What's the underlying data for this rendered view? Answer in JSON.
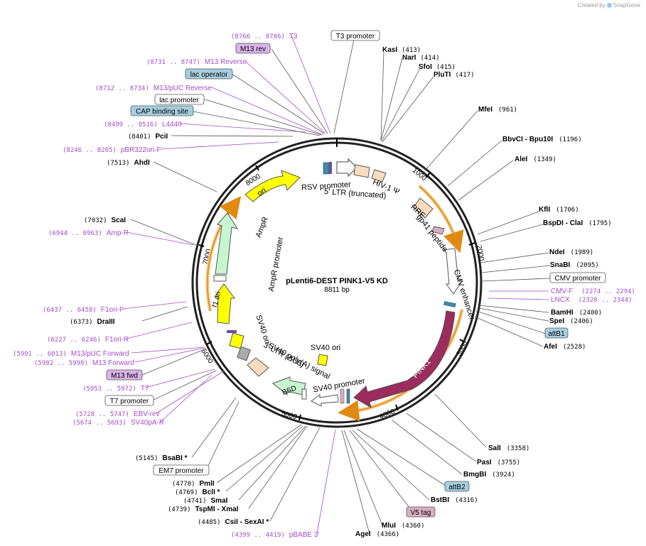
{
  "map": {
    "name": "pLenti6-DEST PINK1-V5 KD",
    "length_label": "8811 bp",
    "total_bp": 8811,
    "ticks": [
      "1000",
      "2000",
      "3000",
      "4000",
      "5000",
      "6000",
      "7000",
      "8000"
    ]
  },
  "watermark": {
    "created_by": "Created by",
    "brand": "SnapGene"
  },
  "colors": {
    "purple_label": "#a64ac9",
    "enzyme": "#000000",
    "ori_yellow": "#ffff00",
    "pink1": "#9b2c5d",
    "ampr_green": "#c6f5cf",
    "bsd_green": "#c6f5cf",
    "ltr_peach": "#f9dcc0",
    "attb_blue": "#a5cfe0",
    "v5_pink": "#d9aec0",
    "orange_ring": "#f5b041"
  },
  "inside_features": [
    {
      "id": "rsv",
      "label": "RSV promoter"
    },
    {
      "id": "ltr5",
      "label": "5' LTR (truncated)"
    },
    {
      "id": "hiv",
      "label": "HIV-1 Ψ"
    },
    {
      "id": "rre",
      "label": "RRE"
    },
    {
      "id": "gp41",
      "label": "gp41 peptide"
    },
    {
      "id": "cmv",
      "label": "CMV enhancer"
    },
    {
      "id": "pink1",
      "label": "PINK1"
    },
    {
      "id": "sv40p",
      "label": "SV40 promoter"
    },
    {
      "id": "bsd",
      "label": "BSD"
    },
    {
      "id": "sv40pa",
      "label": "SV40 poly(A) signal"
    },
    {
      "id": "ltr3",
      "label": "3' LTR (ΔU3)"
    },
    {
      "id": "sv40ori_in",
      "label": "SV40 ori"
    },
    {
      "id": "sv40ori",
      "label": "SV40 ori"
    },
    {
      "id": "f1ori",
      "label": "f1 ori"
    },
    {
      "id": "amprp",
      "label": "AmpR promoter"
    },
    {
      "id": "ampr",
      "label": "AmpR"
    },
    {
      "id": "ori",
      "label": "ori"
    }
  ],
  "outside_labels": [
    {
      "id": "t3",
      "range": "(8766 .. 8786)",
      "name": "T3",
      "kind": "primer"
    },
    {
      "id": "m13rev",
      "range": "",
      "name": "M13 rev",
      "kind": "primer_box"
    },
    {
      "id": "m13reverse",
      "range": "(8731 .. 8747)",
      "name": "M13 Reverse",
      "kind": "primer"
    },
    {
      "id": "lacop",
      "range": "",
      "name": "lac operator",
      "kind": "feature_blue"
    },
    {
      "id": "m13puc",
      "range": "(8712 .. 8734)",
      "name": "M13/pUC Reverse",
      "kind": "primer"
    },
    {
      "id": "lacprom",
      "range": "",
      "name": "lac promoter",
      "kind": "feature_white"
    },
    {
      "id": "cap",
      "range": "",
      "name": "CAP binding site",
      "kind": "feature_blue"
    },
    {
      "id": "l4440",
      "range": "(8499 .. 8516)",
      "name": "L4440",
      "kind": "primer"
    },
    {
      "id": "pcii",
      "range": "(8401)",
      "name": "PciI",
      "kind": "enzyme"
    },
    {
      "id": "pbr322",
      "range": "(8246 .. 8265)",
      "name": "pBR322ori-F",
      "kind": "primer"
    },
    {
      "id": "ahdi",
      "range": "(7513)",
      "name": "AhdI",
      "kind": "enzyme"
    },
    {
      "id": "scai",
      "range": "(7032)",
      "name": "ScaI",
      "kind": "enzyme"
    },
    {
      "id": "ampr_p",
      "range": "(6944 .. 6963)",
      "name": "Amp-R",
      "kind": "primer"
    },
    {
      "id": "f1orif",
      "range": "(6437 .. 6458)",
      "name": "F1ori-F",
      "kind": "primer"
    },
    {
      "id": "draiii",
      "range": "(6373)",
      "name": "DraIII",
      "kind": "enzyme"
    },
    {
      "id": "f1orir",
      "range": "(6227 .. 6246)",
      "name": "F1ori-R",
      "kind": "primer"
    },
    {
      "id": "m13pucf",
      "range": "(5991 .. 6013)",
      "name": "M13/pUC Forward",
      "kind": "primer"
    },
    {
      "id": "m13f",
      "range": "(5982 .. 5999)",
      "name": "M13 Forward",
      "kind": "primer"
    },
    {
      "id": "m13fwd",
      "range": "",
      "name": "M13 fwd",
      "kind": "primer_box"
    },
    {
      "id": "t7",
      "range": "(5953 .. 5972)",
      "name": "T7",
      "kind": "primer"
    },
    {
      "id": "t7prom",
      "range": "",
      "name": "T7 promoter",
      "kind": "feature_white"
    },
    {
      "id": "ebv",
      "range": "(5728 .. 5747)",
      "name": "EBV-rev",
      "kind": "primer"
    },
    {
      "id": "sv40par",
      "range": "(5674 .. 5693)",
      "name": "SV40pA-R",
      "kind": "primer"
    },
    {
      "id": "bsabi",
      "range": "(5145)",
      "name": "BsaBI *",
      "kind": "enzyme"
    },
    {
      "id": "em7",
      "range": "",
      "name": "EM7 promoter",
      "kind": "feature_white"
    },
    {
      "id": "pmli",
      "range": "(4778)",
      "name": "PmlI",
      "kind": "enzyme"
    },
    {
      "id": "bcli",
      "range": "(4769)",
      "name": "BclI *",
      "kind": "enzyme"
    },
    {
      "id": "smai",
      "range": "(4741)",
      "name": "SmaI",
      "kind": "enzyme"
    },
    {
      "id": "tspmi",
      "range": "(4739)",
      "name": "TspMI  - XmaI",
      "kind": "enzyme"
    },
    {
      "id": "csii",
      "range": "(4485)",
      "name": "CsiI  - SexAI *",
      "kind": "enzyme"
    },
    {
      "id": "pbabe",
      "range": "(4399 .. 4419)",
      "name": "pBABE 3'",
      "kind": "primer"
    },
    {
      "id": "t3prom",
      "range": "",
      "name": "T3 promoter",
      "kind": "feature_white"
    },
    {
      "id": "kasi",
      "range": "(413)",
      "name": "KasI",
      "kind": "enzyme_r"
    },
    {
      "id": "nari",
      "range": "(414)",
      "name": "NarI",
      "kind": "enzyme_r"
    },
    {
      "id": "sfoi",
      "range": "(415)",
      "name": "SfoI",
      "kind": "enzyme_r"
    },
    {
      "id": "pluti",
      "range": "(417)",
      "name": "PluTI",
      "kind": "enzyme_r"
    },
    {
      "id": "mfei",
      "range": "(961)",
      "name": "MfeI",
      "kind": "enzyme_r"
    },
    {
      "id": "bbvci",
      "range": "(1196)",
      "name": "BbvCI  - Bpu10I",
      "kind": "enzyme_r"
    },
    {
      "id": "alei",
      "range": "(1349)",
      "name": "AleI",
      "kind": "enzyme_r"
    },
    {
      "id": "kfli",
      "range": "(1706)",
      "name": "KflI",
      "kind": "enzyme_r"
    },
    {
      "id": "bspdi",
      "range": "(1795)",
      "name": "BspDI  - ClaI",
      "kind": "enzyme_r"
    },
    {
      "id": "ndei",
      "range": "(1989)",
      "name": "NdeI",
      "kind": "enzyme_r"
    },
    {
      "id": "snabi",
      "range": "(2095)",
      "name": "SnaBI",
      "kind": "enzyme_r"
    },
    {
      "id": "cmvprom",
      "range": "",
      "name": "CMV promoter",
      "kind": "feature_white"
    },
    {
      "id": "cmvf",
      "range": "(2274 .. 2294)",
      "name": "CMV-F",
      "kind": "primer_r"
    },
    {
      "id": "lncx",
      "range": "(2320 .. 2344)",
      "name": "LNCX",
      "kind": "primer_r"
    },
    {
      "id": "bamhi",
      "range": "(2400)",
      "name": "BamHI",
      "kind": "enzyme_r"
    },
    {
      "id": "spei",
      "range": "(2406)",
      "name": "SpeI",
      "kind": "enzyme_r"
    },
    {
      "id": "attb1",
      "range": "",
      "name": "attB1",
      "kind": "feature_blue"
    },
    {
      "id": "afei",
      "range": "(2528)",
      "name": "AfeI",
      "kind": "enzyme_r"
    },
    {
      "id": "sali",
      "range": "(3358)",
      "name": "SalI",
      "kind": "enzyme_r"
    },
    {
      "id": "pasi",
      "range": "(3755)",
      "name": "PasI",
      "kind": "enzyme_r"
    },
    {
      "id": "bmgbi",
      "range": "(3924)",
      "name": "BmgBI",
      "kind": "enzyme_r"
    },
    {
      "id": "attb2",
      "range": "",
      "name": "attB2",
      "kind": "feature_blue"
    },
    {
      "id": "bstbi",
      "range": "(4316)",
      "name": "BstBI",
      "kind": "enzyme_r"
    },
    {
      "id": "v5tag",
      "range": "",
      "name": "V5 tag",
      "kind": "feature_pink"
    },
    {
      "id": "mlui",
      "range": "(4360)",
      "name": "MluI",
      "kind": "enzyme_r"
    },
    {
      "id": "agei",
      "range": "(4366)",
      "name": "AgeI",
      "kind": "enzyme_r"
    }
  ]
}
